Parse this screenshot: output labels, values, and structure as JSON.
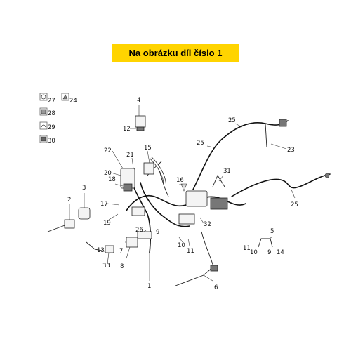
{
  "banner": {
    "text": "Na obrázku díl číslo 1"
  },
  "legend": [
    {
      "number": "27",
      "icon": "clip-icon"
    },
    {
      "number": "24",
      "icon": "clip-icon"
    },
    {
      "number": "28",
      "icon": "clip-icon"
    },
    {
      "number": "29",
      "icon": "clip-icon"
    },
    {
      "number": "30",
      "icon": "clip-icon"
    }
  ],
  "callouts": {
    "c1": "1",
    "c2": "2",
    "c3": "3",
    "c4": "4",
    "c5": "5",
    "c6": "6",
    "c7": "7",
    "c8": "8",
    "c9a": "9",
    "c9b": "9",
    "c10a": "10",
    "c10b": "10",
    "c11a": "11",
    "c11b": "11",
    "c12": "12",
    "c13": "13",
    "c14": "14",
    "c15": "15",
    "c16": "16",
    "c17": "17",
    "c18": "18",
    "c19": "19",
    "c20": "20",
    "c21": "21",
    "c22": "22",
    "c23": "23",
    "c25a": "25",
    "c25b": "25",
    "c25c": "25",
    "c26": "26",
    "c31": "31",
    "c32": "32",
    "c33": "33"
  }
}
